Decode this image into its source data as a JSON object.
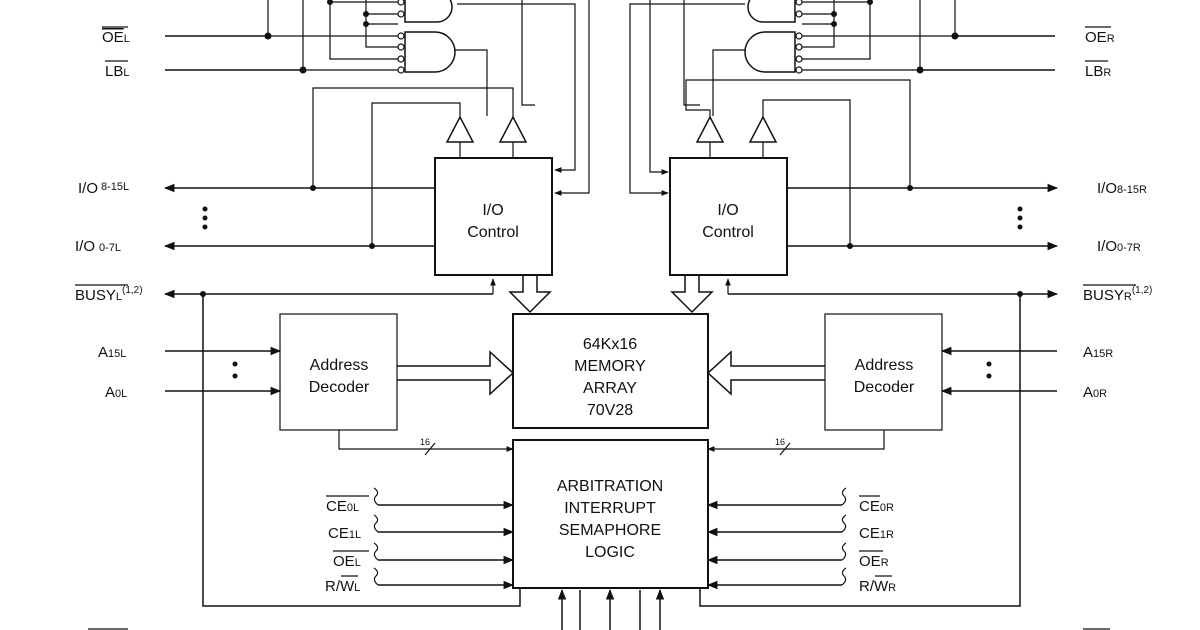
{
  "blocks": {
    "memory": [
      "64Kx16",
      "MEMORY",
      "ARRAY",
      "70V28"
    ],
    "logic": [
      "ARBITRATION",
      "INTERRUPT",
      "SEMAPHORE",
      "LOGIC"
    ],
    "io_left": [
      "I/O",
      "Control"
    ],
    "io_right": [
      "I/O",
      "Control"
    ],
    "dec_left": [
      "Address",
      "Decoder"
    ],
    "dec_right": [
      "Address",
      "Decoder"
    ]
  },
  "bus_width": {
    "left": "16",
    "right": "16"
  },
  "left_signals": {
    "oe": {
      "main": "OE",
      "sub": "L"
    },
    "lb": {
      "main": "LB",
      "sub": "L"
    },
    "io_high": {
      "main": "I/O",
      "sub": "8-15L"
    },
    "io_low": {
      "main": "I/O",
      "sub": "0-7L"
    },
    "busy": {
      "main": "BUSY",
      "sub": "L",
      "sup": "(1,2)"
    },
    "a15": {
      "main": "A",
      "sub": "15L"
    },
    "a0": {
      "main": "A",
      "sub": "0L"
    },
    "ce0": {
      "main": "CE",
      "sub": "0L"
    },
    "ce1": {
      "main": "CE",
      "sub": "1L"
    },
    "oe2": {
      "main": "OE",
      "sub": "L"
    },
    "rw": {
      "r": "R/",
      "w": "W",
      "sub": "L"
    }
  },
  "right_signals": {
    "oe": {
      "main": "OE",
      "sub": "R"
    },
    "lb": {
      "main": "LB",
      "sub": "R"
    },
    "io_high": {
      "main": "I/O",
      "sub": "8-15R"
    },
    "io_low": {
      "main": "I/O",
      "sub": "0-7R"
    },
    "busy": {
      "main": "BUSY",
      "sub": "R",
      "sup": "(1,2)"
    },
    "a15": {
      "main": "A",
      "sub": "15R"
    },
    "a0": {
      "main": "A",
      "sub": "0R"
    },
    "ce0": {
      "main": "CE",
      "sub": "0R"
    },
    "ce1": {
      "main": "CE",
      "sub": "1R"
    },
    "oe2": {
      "main": "OE",
      "sub": "R"
    },
    "rw": {
      "r": "R/",
      "w": "W",
      "sub": "R"
    }
  }
}
